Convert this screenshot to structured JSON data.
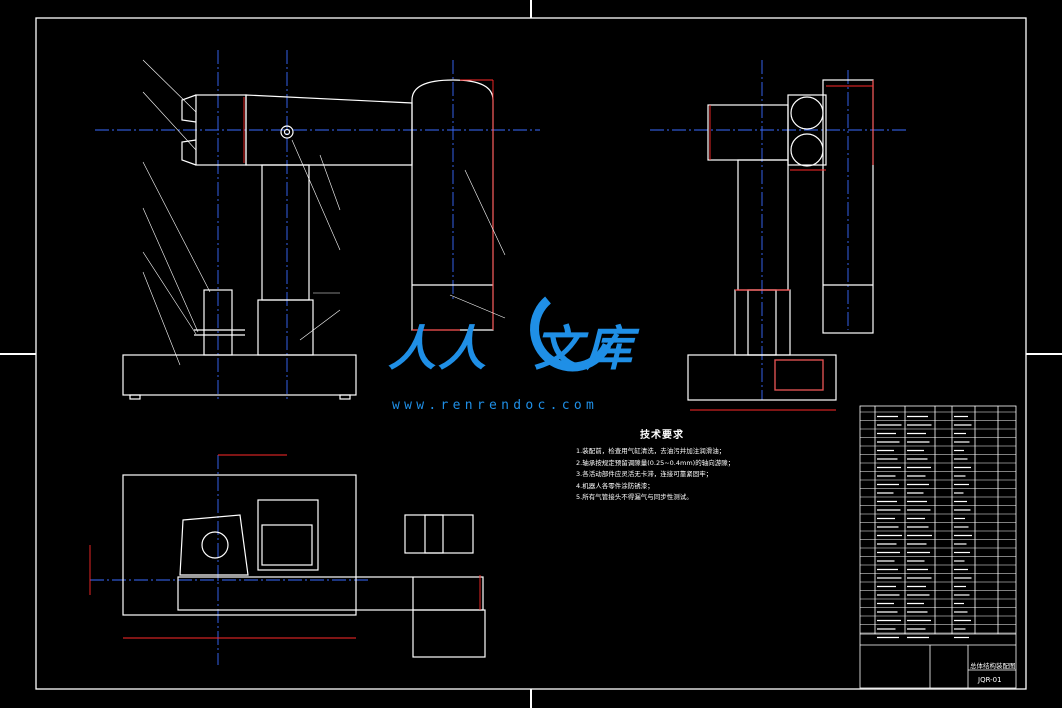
{
  "watermark": {
    "text_left": "人人",
    "text_right": "文库",
    "url": "www.renrendoc.com",
    "color": "#1f8fe6"
  },
  "tech_requirements": {
    "title": "技术要求",
    "items": [
      "1.装配前，检查用气缸清洗，去油污并加注润滑油；",
      "2.轴承按规定预留调隙量(0.25~0.4mm)的轴向游隙；",
      "3.各活动部件应灵活无卡滞，连接可靠紧固牢；",
      "4.机器人各零件涂防锈漆；",
      "5.所有气管接头不得漏气与同步性测试。"
    ]
  },
  "title_block": {
    "drawing_name": "总体结构装配图",
    "drawing_number": "JQR-01"
  },
  "colors": {
    "line": "#ffffff",
    "centerline": "#3a6cff",
    "dimension": "#ff2a2a",
    "background": "#000000"
  }
}
